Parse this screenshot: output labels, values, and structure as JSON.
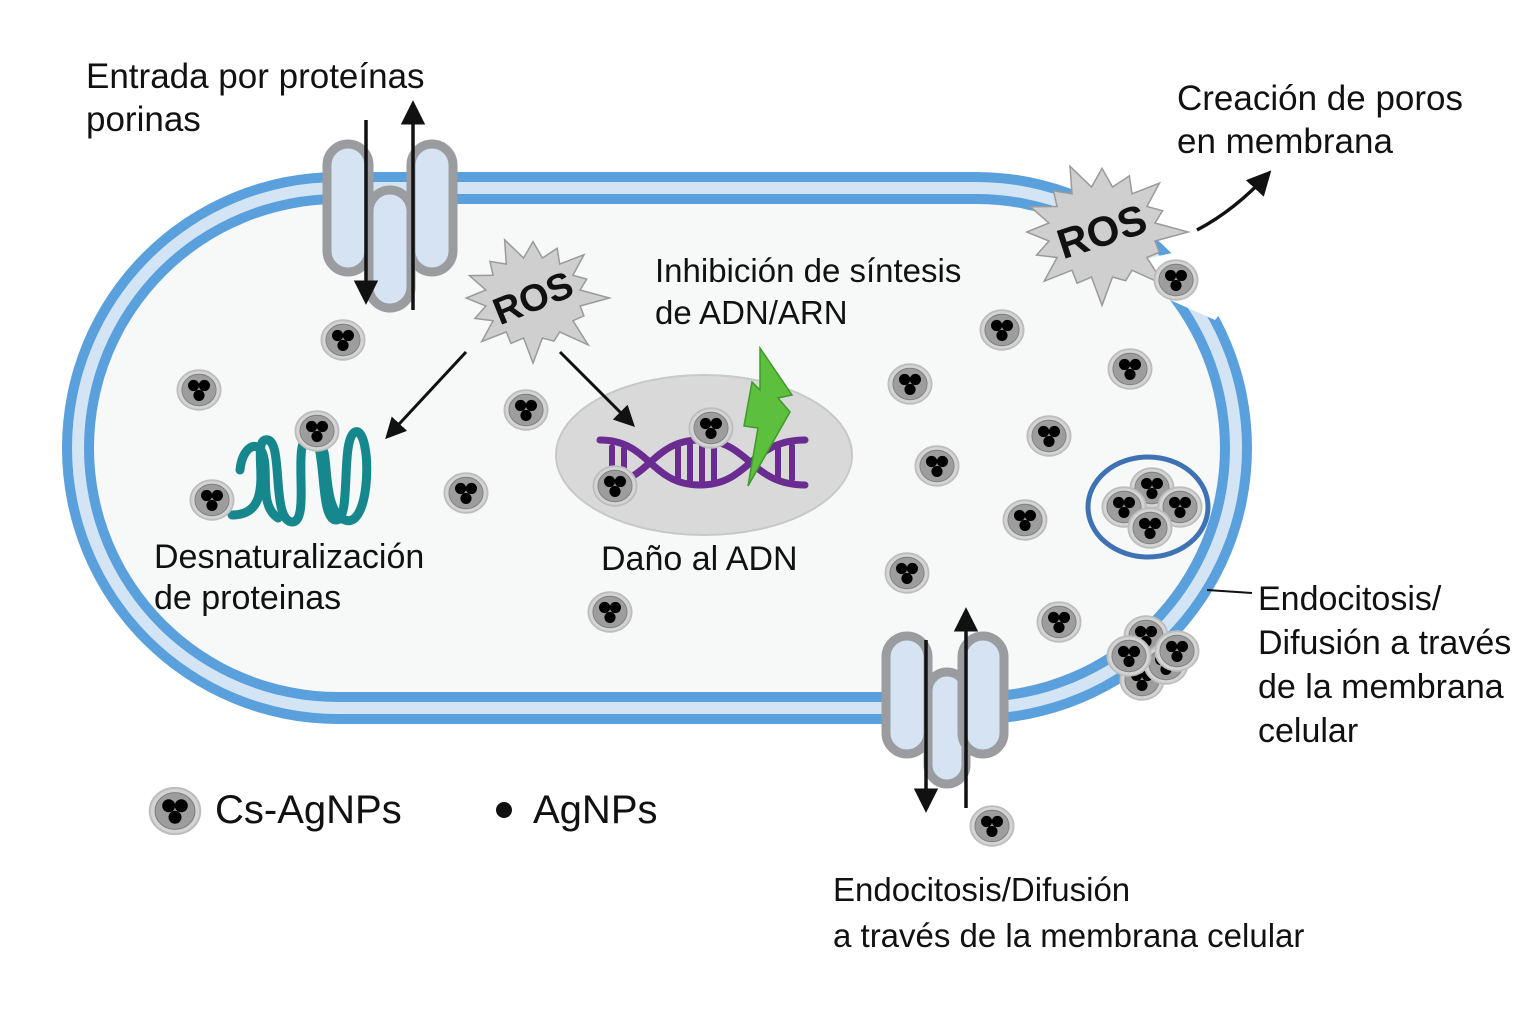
{
  "labels": {
    "porin_entry": [
      "Entrada por proteínas",
      "porinas"
    ],
    "pore_creation": [
      "Creación de poros",
      "en membrana"
    ],
    "synthesis_inhibition": [
      "Inhibición de síntesis",
      "de ADN/ARN"
    ],
    "protein_denaturation": [
      "Desnaturalización",
      "de proteinas"
    ],
    "dna_damage": [
      "Daño al ADN"
    ],
    "endocytosis_right": [
      "Endocitosis/",
      "Difusión a través",
      "de la membrana",
      "celular"
    ],
    "endocytosis_bottom": [
      "Endocitosis/Difusión",
      "a través de la membrana celular"
    ]
  },
  "ros_label": "ROS",
  "legend": {
    "cs_agnps": "Cs-AgNPs",
    "agnps": "AgNPs"
  },
  "colors": {
    "membrane_outer": "#5aa0dc",
    "membrane_inner": "#cfe1f4",
    "cytoplasm": "#f7f8f8",
    "porin_border": "#9a9c9f",
    "porin_fill": "#d6e3f3",
    "ros_fill": "#cfcfcf",
    "dna": "#6a2c91",
    "protein": "#16878c",
    "lightning": "#5cbf3e",
    "nucleoid": "#d9d9d9",
    "particle_shell": "#9d9d9d",
    "particle_core": "#000000",
    "vesicle": "#3e72b4"
  }
}
